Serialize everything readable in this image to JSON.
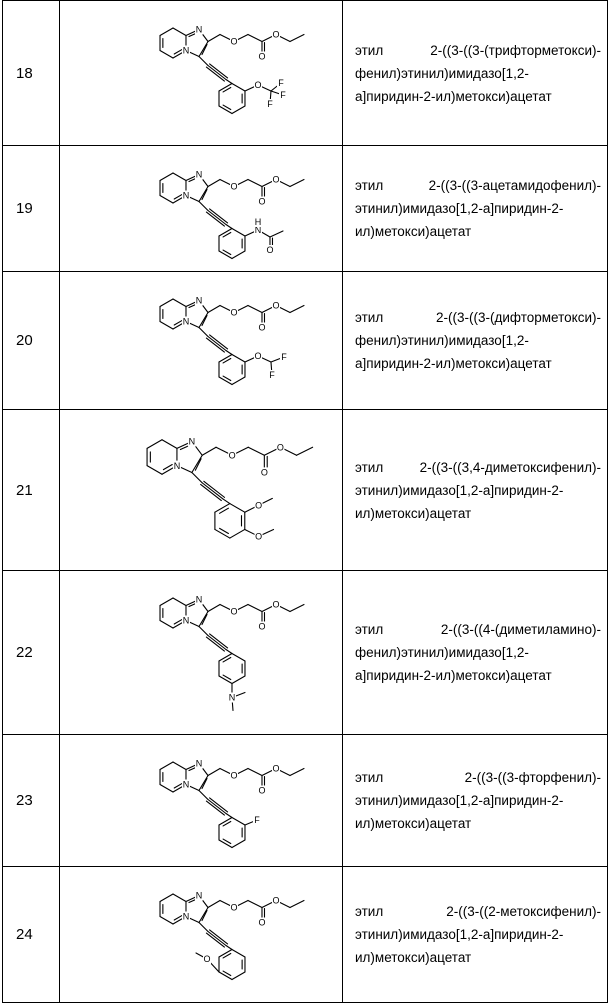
{
  "rows": [
    {
      "number": "18",
      "name": "этил 2-((3-((3-(трифторметокси)-фенил)этинил)имидазо[1,2-а]пиридин-2-ил)метокси)ацетат",
      "sub": "OCF3",
      "pos": "meta"
    },
    {
      "number": "19",
      "name": "этил 2-((3-((3-ацетамидофенил)-этинил)имидазо[1,2-а]пиридин-2-ил)метокси)ацетат",
      "sub": "NHAc",
      "pos": "meta"
    },
    {
      "number": "20",
      "name": "этил 2-((3-((3-(дифторметокси)-фенил)этинил)имидазо[1,2-а]пиридин-2-ил)метокси)ацетат",
      "sub": "OCHF2",
      "pos": "meta"
    },
    {
      "number": "21",
      "name": "этил 2-((3-((3,4-диметоксифенил)-этинил)имидазо[1,2-а]пиридин-2-ил)метокси)ацетат",
      "sub": "3,4-OMe",
      "pos": "meta-para"
    },
    {
      "number": "22",
      "name": "этил 2-((3-((4-(диметиламино)-фенил)этинил)имидазо[1,2-а]пиридин-2-ил)метокси)ацетат",
      "sub": "NMe2",
      "pos": "para"
    },
    {
      "number": "23",
      "name": "этил 2-((3-((3-фторфенил)-этинил)имидазо[1,2-а]пиридин-2-ил)метокси)ацетат",
      "sub": "F",
      "pos": "meta"
    },
    {
      "number": "24",
      "name": "этил 2-((3-((2-метоксифенил)-этинил)имидазо[1,2-а]пиридин-2-ил)метокси)ацетат",
      "sub": "OMe",
      "pos": "ortho"
    }
  ],
  "atoms": {
    "N": "N",
    "O": "O",
    "F": "F",
    "H": "H"
  }
}
